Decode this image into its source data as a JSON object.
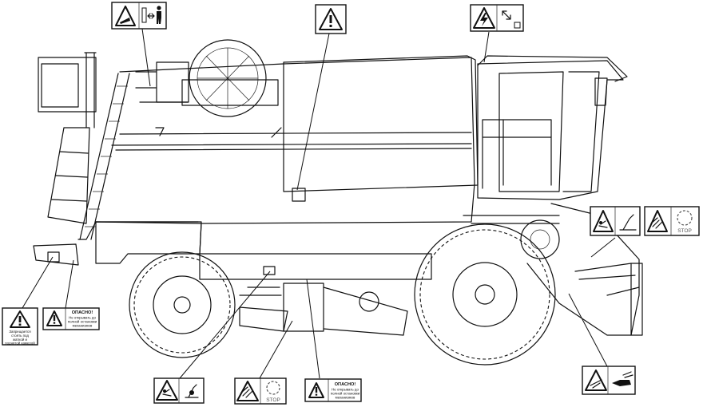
{
  "labels": {
    "bottom_left": {
      "lines": [
        "Запрещается",
        "стоять под",
        "жаткой и",
        "поднятой камерой"
      ]
    },
    "left_danger": {
      "heading": "ОПАСНО!",
      "lines": [
        "Не открывать до",
        "полной остановки",
        "механизмов"
      ]
    },
    "bottom_center": {
      "heading": "ОПАСНО!",
      "lines": [
        "Не открывать до",
        "полной остановки",
        "механизмов"
      ]
    },
    "stop_bottom": {
      "text": "STOP"
    },
    "stop_right": {
      "text": "STOP"
    }
  }
}
